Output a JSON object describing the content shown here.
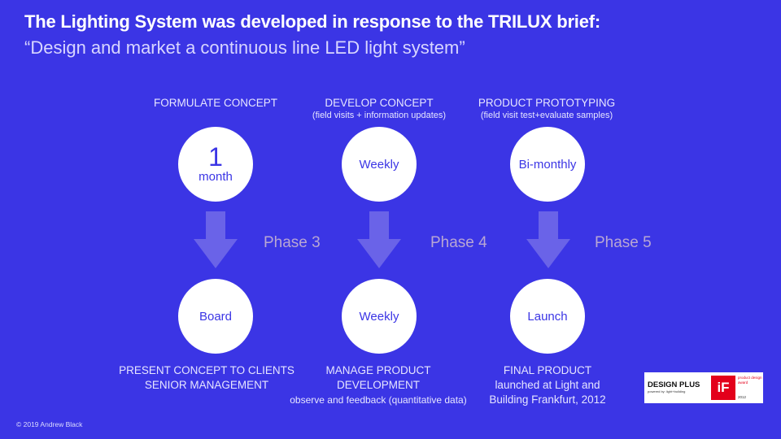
{
  "header": {
    "title": "The Lighting System was developed in response to the TRILUX brief:",
    "subtitle": "“Design and market a continuous line LED light system”"
  },
  "columns": [
    {
      "head": "FORMULATE CONCEPT",
      "head_sub": "",
      "top_circle": {
        "big": "1",
        "unit": "month"
      },
      "phase": "Phase 3",
      "bottom_circle": "Board",
      "bottom_label": "PRESENT CONCEPT TO CLIENTS",
      "bottom_label_2": "SENIOR MANAGEMENT",
      "bottom_small": ""
    },
    {
      "head": "DEVELOP CONCEPT",
      "head_sub": "(field visits + information updates)",
      "top_circle": "Weekly",
      "phase": "Phase 4",
      "bottom_circle": "Weekly",
      "bottom_label": "MANAGE PRODUCT",
      "bottom_label_2": "DEVELOPMENT",
      "bottom_small": "observe and feedback (quantitative data)"
    },
    {
      "head": "PRODUCT PROTOTYPING",
      "head_sub": "(field visit test+evaluate samples)",
      "top_circle": "Bi-monthly",
      "phase": "Phase 5",
      "bottom_circle": "Launch",
      "bottom_label": "FINAL PRODUCT",
      "bottom_label_2": "launched at Light and",
      "bottom_small": "Building Frankfurt, 2012"
    }
  ],
  "awards": {
    "design_plus": "DESIGN PLUS",
    "design_plus_sub": "powered by: light+building",
    "if_logo": "iF",
    "if_text": "product design award",
    "if_year": "2012"
  },
  "footer": {
    "copyright": "© 2019 Andrew Black"
  },
  "colors": {
    "background": "#3b35e5",
    "arrow": "#6a63e8",
    "phase_text": "#b8a6d4"
  }
}
